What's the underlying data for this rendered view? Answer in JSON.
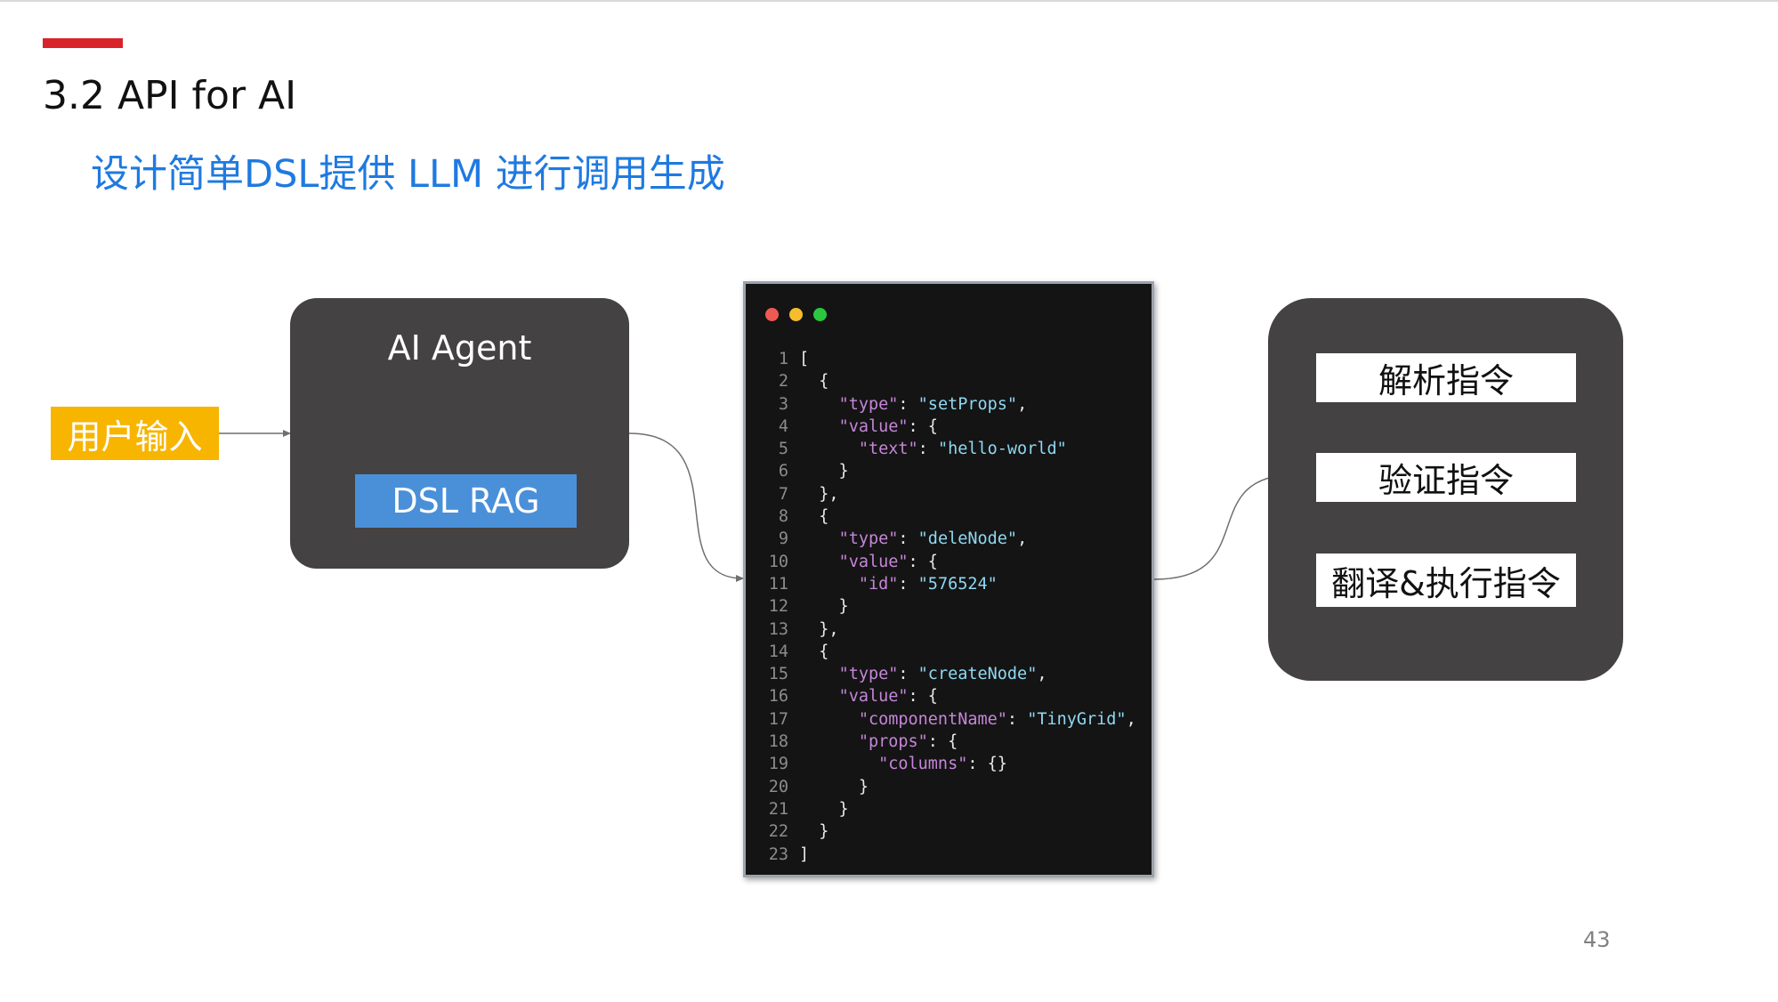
{
  "title": "3.2 API for AI",
  "subtitle": "设计简单DSL提供 LLM 进行调用生成",
  "user_input": "用户输入",
  "agent": {
    "title": "AI Agent",
    "rag_label": "DSL RAG"
  },
  "code_lines": [
    {
      "no": "1",
      "parts": [
        [
          "p",
          "["
        ]
      ]
    },
    {
      "no": "2",
      "parts": [
        [
          "p",
          "  {"
        ]
      ]
    },
    {
      "no": "3",
      "parts": [
        [
          "p",
          "    "
        ],
        [
          "k",
          "\"type\""
        ],
        [
          "p",
          ": "
        ],
        [
          "s",
          "\"setProps\""
        ],
        [
          "p",
          ","
        ]
      ]
    },
    {
      "no": "4",
      "parts": [
        [
          "p",
          "    "
        ],
        [
          "k",
          "\"value\""
        ],
        [
          "p",
          ": {"
        ]
      ]
    },
    {
      "no": "5",
      "parts": [
        [
          "p",
          "      "
        ],
        [
          "k",
          "\"text\""
        ],
        [
          "p",
          ": "
        ],
        [
          "s",
          "\"hello-world\""
        ]
      ]
    },
    {
      "no": "6",
      "parts": [
        [
          "p",
          "    }"
        ]
      ]
    },
    {
      "no": "7",
      "parts": [
        [
          "p",
          "  },"
        ]
      ]
    },
    {
      "no": "8",
      "parts": [
        [
          "p",
          "  {"
        ]
      ]
    },
    {
      "no": "9",
      "parts": [
        [
          "p",
          "    "
        ],
        [
          "k",
          "\"type\""
        ],
        [
          "p",
          ": "
        ],
        [
          "s",
          "\"deleNode\""
        ],
        [
          "p",
          ","
        ]
      ]
    },
    {
      "no": "10",
      "parts": [
        [
          "p",
          "    "
        ],
        [
          "k",
          "\"value\""
        ],
        [
          "p",
          ": {"
        ]
      ]
    },
    {
      "no": "11",
      "parts": [
        [
          "p",
          "      "
        ],
        [
          "k",
          "\"id\""
        ],
        [
          "p",
          ": "
        ],
        [
          "s",
          "\"576524\""
        ]
      ]
    },
    {
      "no": "12",
      "parts": [
        [
          "p",
          "    }"
        ]
      ]
    },
    {
      "no": "13",
      "parts": [
        [
          "p",
          "  },"
        ]
      ]
    },
    {
      "no": "14",
      "parts": [
        [
          "p",
          "  {"
        ]
      ]
    },
    {
      "no": "15",
      "parts": [
        [
          "p",
          "    "
        ],
        [
          "k",
          "\"type\""
        ],
        [
          "p",
          ": "
        ],
        [
          "s",
          "\"createNode\""
        ],
        [
          "p",
          ","
        ]
      ]
    },
    {
      "no": "16",
      "parts": [
        [
          "p",
          "    "
        ],
        [
          "k",
          "\"value\""
        ],
        [
          "p",
          ": {"
        ]
      ]
    },
    {
      "no": "17",
      "parts": [
        [
          "p",
          "      "
        ],
        [
          "k",
          "\"componentName\""
        ],
        [
          "p",
          ": "
        ],
        [
          "s",
          "\"TinyGrid\""
        ],
        [
          "p",
          ","
        ]
      ]
    },
    {
      "no": "18",
      "parts": [
        [
          "p",
          "      "
        ],
        [
          "k",
          "\"props\""
        ],
        [
          "p",
          ": {"
        ]
      ]
    },
    {
      "no": "19",
      "parts": [
        [
          "p",
          "        "
        ],
        [
          "k",
          "\"columns\""
        ],
        [
          "p",
          ": {}"
        ]
      ]
    },
    {
      "no": "20",
      "parts": [
        [
          "p",
          "      }"
        ]
      ]
    },
    {
      "no": "21",
      "parts": [
        [
          "p",
          "    }"
        ]
      ]
    },
    {
      "no": "22",
      "parts": [
        [
          "p",
          "  }"
        ]
      ]
    },
    {
      "no": "23",
      "parts": [
        [
          "p",
          "]"
        ]
      ]
    }
  ],
  "steps": [
    "解析指令",
    "验证指令",
    "翻译&执行指令"
  ],
  "page_number": "43",
  "colors": {
    "accent_red": "#d9222a",
    "subtitle_blue": "#1f7ae0",
    "input_yellow": "#f7b500",
    "box_dark": "#444242",
    "rag_blue": "#4a90d9",
    "code_bg": "#141414"
  }
}
